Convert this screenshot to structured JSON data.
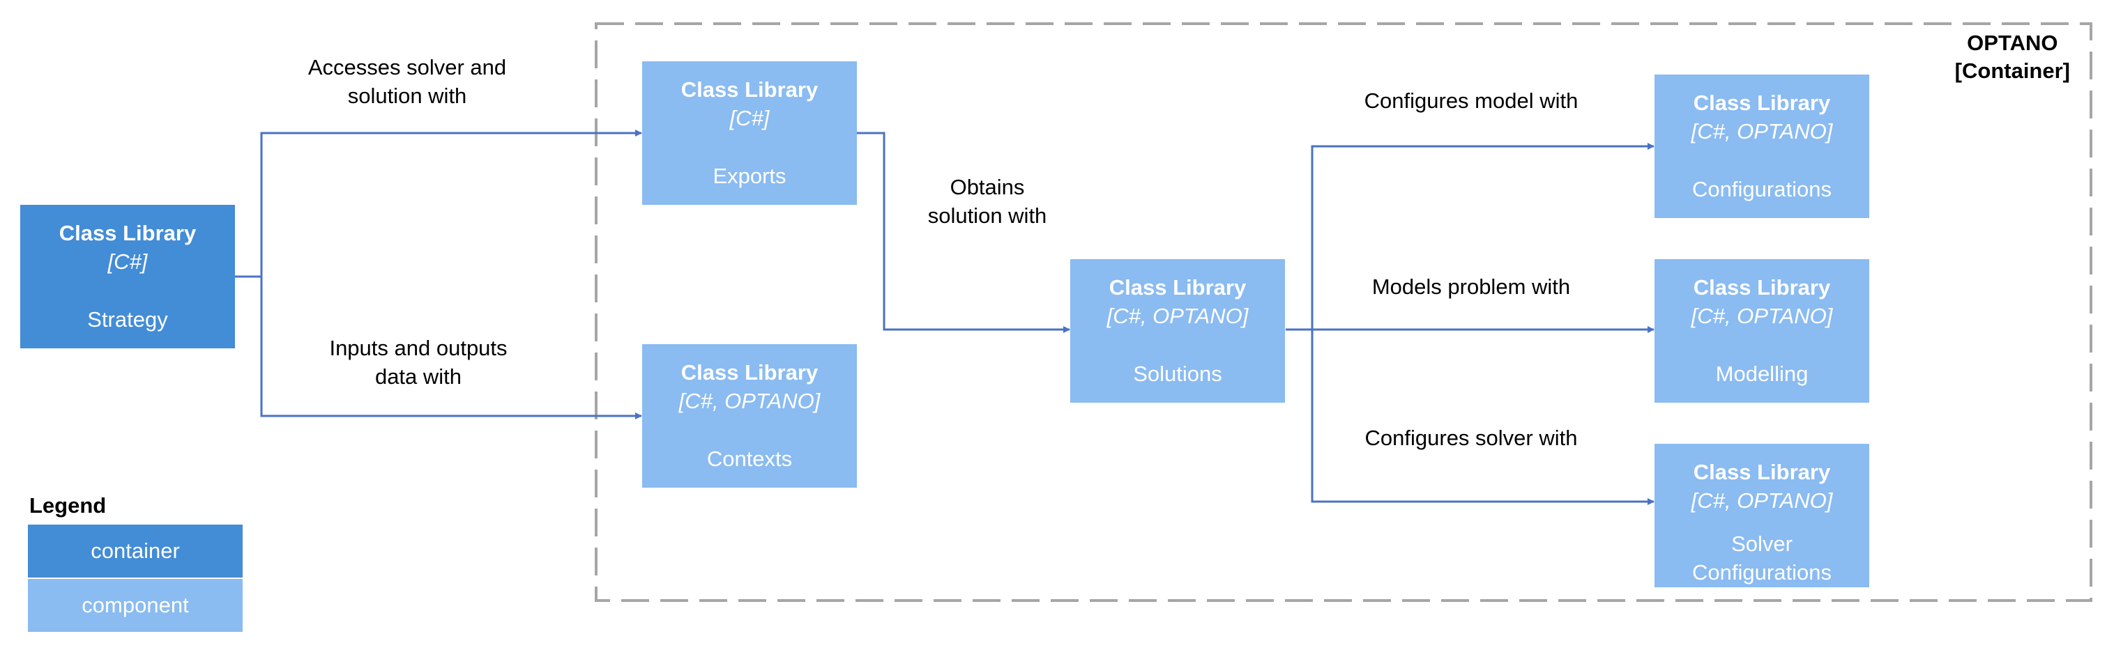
{
  "colors": {
    "container": "#438cd6",
    "component": "#8abbf1",
    "arrow": "#4a72c4",
    "boundary": "#a6a6a6"
  },
  "boundary": {
    "name": "OPTANO",
    "kind": "[Container]"
  },
  "nodes": {
    "strategy": {
      "title": "Class Library",
      "tech": "[C#]",
      "name": "Strategy"
    },
    "exports": {
      "title": "Class Library",
      "tech": "[C#]",
      "name": "Exports"
    },
    "contexts": {
      "title": "Class Library",
      "tech": "[C#, OPTANO]",
      "name": "Contexts"
    },
    "solutions": {
      "title": "Class Library",
      "tech": "[C#, OPTANO]",
      "name": "Solutions"
    },
    "configurations": {
      "title": "Class Library",
      "tech": "[C#, OPTANO]",
      "name": "Configurations"
    },
    "modelling": {
      "title": "Class Library",
      "tech": "[C#, OPTANO]",
      "name": "Modelling"
    },
    "solver_configurations": {
      "title": "Class Library",
      "tech": "[C#, OPTANO]",
      "name_line1": "Solver",
      "name_line2": "Configurations"
    }
  },
  "edges": {
    "strategy_exports": {
      "line1": "Accesses solver and",
      "line2": "solution with"
    },
    "strategy_contexts": {
      "line1": "Inputs and outputs",
      "line2": "data with"
    },
    "exports_solutions": {
      "line1": "Obtains",
      "line2": "solution with"
    },
    "solutions_configurations": {
      "line1": "Configures model with"
    },
    "solutions_modelling": {
      "line1": "Models problem with"
    },
    "solutions_solver_configurations": {
      "line1": "Configures solver with"
    }
  },
  "legend": {
    "title": "Legend",
    "container_label": "container",
    "component_label": "component"
  }
}
